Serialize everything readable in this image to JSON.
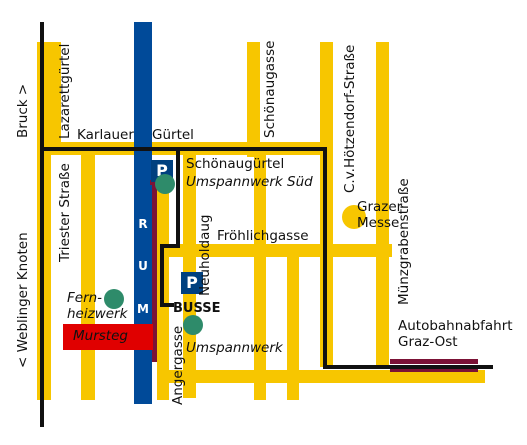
{
  "colors": {
    "street": "#f7c600",
    "river": "#004a99",
    "route": "#111111",
    "rail": "#7b1236",
    "parking": "#00407f",
    "landmark": "#2e8b6a",
    "footbridge": "#e00000",
    "messe": "#f7c600"
  },
  "icons": {
    "parking": "parking-icon",
    "landmark": "landmark-dot-icon"
  },
  "streets": {
    "lazarettguertel": "Lazarettgürtel",
    "karlauer": "Karlauer",
    "guertel": "Gürtel",
    "schoenaugasse": "Schönaugasse",
    "hoetzendorf": "C.v.Hötzendorf-Straße",
    "schoenauguertel": "Schönaugürtel",
    "triester": "Triester Straße",
    "neuholdaugasse": "Neuholdaug",
    "froehlichgasse": "Fröhlichgasse",
    "muenzgraben": "Münzgrabenstraße",
    "angergasse": "Angergasse"
  },
  "directions": {
    "bruck": "Bruck >",
    "weblinger": "< Weblinger Knoten",
    "autobahn_line1": "Autobahnabfahrt",
    "autobahn_line2": "Graz-Ost"
  },
  "places": {
    "umspannwerk_sued": "Umspannwerk Süd",
    "umspannwerk": "Umspannwerk",
    "fernheizwerk_line1": "Fern-",
    "fernheizwerk_line2": "heizwerk",
    "grazer_messe_line1": "Grazer",
    "grazer_messe_line2": "Messe",
    "mursteg": "Mursteg",
    "busse": "BUSSE",
    "parking_symbol": "P"
  },
  "river": {
    "letters": [
      "M",
      "U",
      "R"
    ]
  }
}
